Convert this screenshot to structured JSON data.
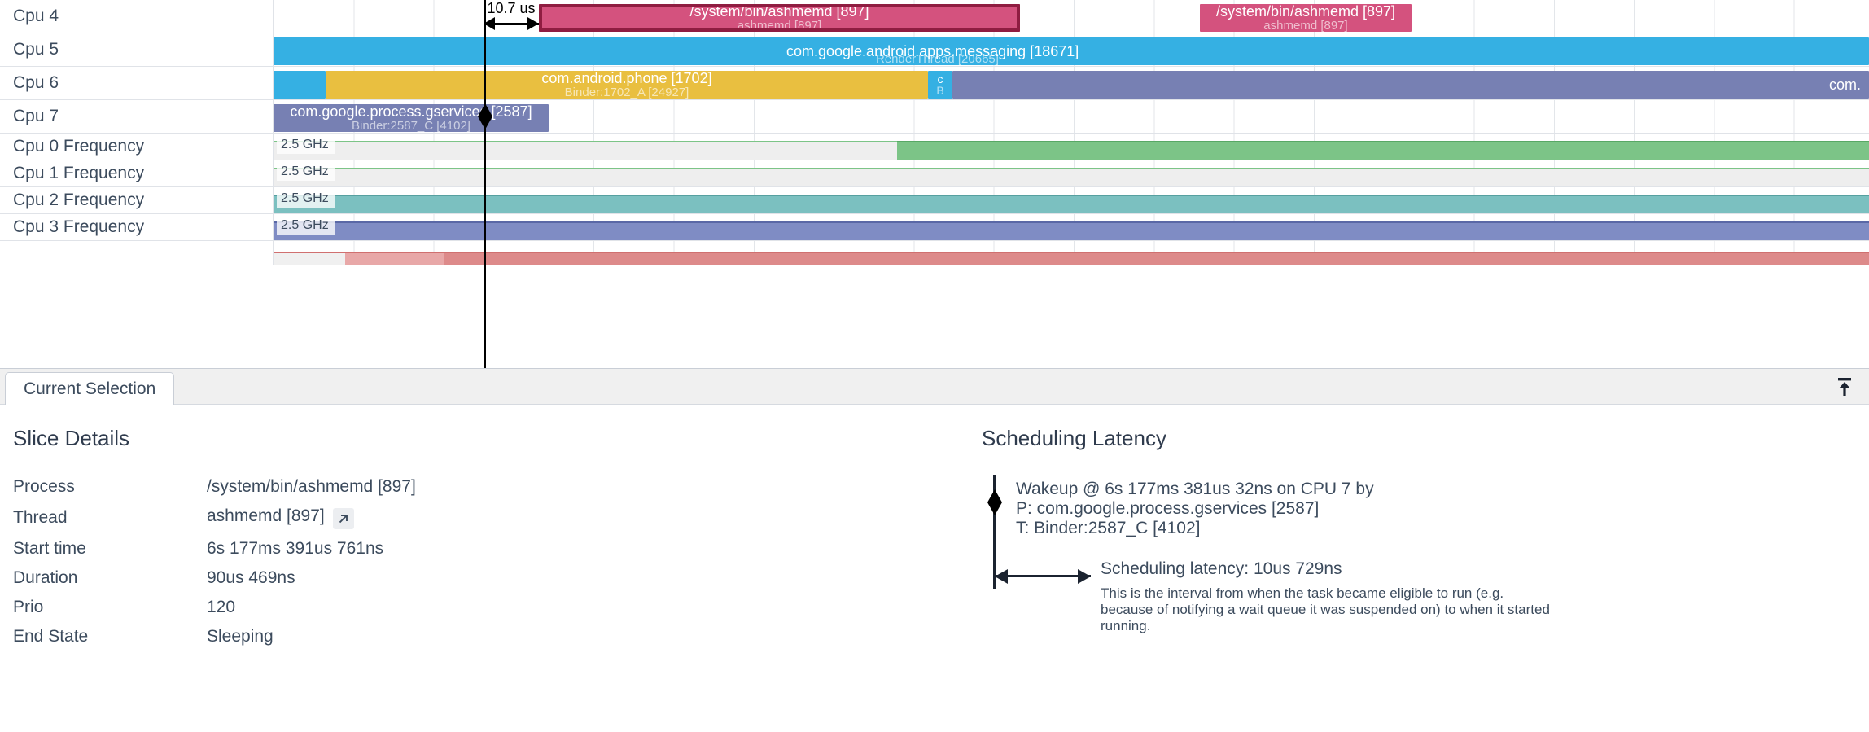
{
  "timeline": {
    "tracks": [
      {
        "label": "Cpu 4",
        "kind": "sched"
      },
      {
        "label": "Cpu 5",
        "kind": "sched"
      },
      {
        "label": "Cpu 6",
        "kind": "sched"
      },
      {
        "label": "Cpu 7",
        "kind": "sched"
      },
      {
        "label": "Cpu 0 Frequency",
        "kind": "counter",
        "value_label": "2.5 GHz"
      },
      {
        "label": "Cpu 1 Frequency",
        "kind": "counter",
        "value_label": "2.5 GHz"
      },
      {
        "label": "Cpu 2 Frequency",
        "kind": "counter",
        "value_label": "2.5 GHz"
      },
      {
        "label": "Cpu 3 Frequency",
        "kind": "counter",
        "value_label": "2.5 GHz"
      },
      {
        "label": "",
        "kind": "counter",
        "value_label": ""
      }
    ],
    "slices": {
      "cpu4": [
        {
          "title": "/system/bin/ashmemd [897]",
          "sub": "ashmemd [897]",
          "color": "#d4527e",
          "selected": true
        },
        {
          "title": "/system/bin/ashmemd [897]",
          "sub": "ashmemd [897]",
          "color": "#d4527e",
          "selected": false
        }
      ],
      "cpu5": [
        {
          "title": "com.google.android.apps.messaging [18671]",
          "sub": "RenderThread [20665]",
          "color": "#35b0e3"
        }
      ],
      "cpu6": [
        {
          "title": "",
          "sub": "",
          "color": "#35b0e3"
        },
        {
          "title": "com.android.phone [1702]",
          "sub": "Binder:1702_A [24927]",
          "color": "#e9bf40"
        },
        {
          "title": "c",
          "sub": "B",
          "color": "#35b0e3"
        },
        {
          "title": "com.",
          "sub": "",
          "color": "#7780b3"
        }
      ],
      "cpu7": [
        {
          "title": "com.google.process.gservices [2587]",
          "sub": "Binder:2587_C [4102]",
          "color": "#7780b3"
        }
      ]
    },
    "annotation": {
      "label": "10.7 us"
    },
    "colors": {
      "cpu0_freq": "#7cc487",
      "cpu1_freq": "#eeeeee",
      "cpu2_freq": "#7bc0c0",
      "cpu3_freq": "#7f8cc4",
      "cpu4_freq": "#d07070",
      "selection_outline": "#8f1d41",
      "cursor": "#000000"
    }
  },
  "details": {
    "tab": {
      "label": "Current Selection"
    },
    "collapse_title": "Collapse panel",
    "slice_details": {
      "title": "Slice Details",
      "rows": [
        {
          "key": "Process",
          "value": "/system/bin/ashmemd [897]"
        },
        {
          "key": "Thread",
          "value": "ashmemd [897]",
          "has_link": true
        },
        {
          "key": "Start time",
          "value": "6s 177ms 391us 761ns"
        },
        {
          "key": "Duration",
          "value": "90us 469ns"
        },
        {
          "key": "Prio",
          "value": "120"
        },
        {
          "key": "End State",
          "value": "Sleeping"
        }
      ]
    },
    "scheduling_latency": {
      "title": "Scheduling Latency",
      "wakeup_line1": "Wakeup @ 6s 177ms 381us 32ns on CPU 7 by",
      "wakeup_line2": "P: com.google.process.gservices [2587]",
      "wakeup_line3": "T: Binder:2587_C [4102]",
      "latency_title": "Scheduling latency: 10us 729ns",
      "latency_desc": "This is the interval from when the task became eligible to run (e.g. because of notifying a wait queue it was suspended on) to when it started running."
    }
  }
}
